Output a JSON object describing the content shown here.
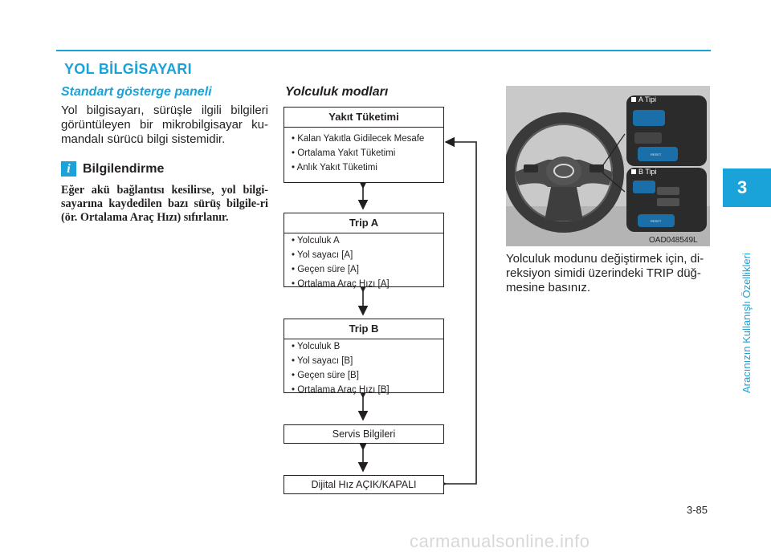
{
  "section_title": "YOL BİLGİSAYARI",
  "left": {
    "subtitle": "Standart gösterge paneli",
    "body": "Yol bilgisayarı, sürüşle ilgili bilgileri görüntüleyen bir mikrobilgisayar ku-mandalı sürücü bilgi sistemidir.",
    "info_icon": "i",
    "info_title": "Bilgilendirme",
    "info_text": "Eğer akü bağlantısı kesilirse, yol bilgi-sayarına kaydedilen bazı sürüş bilgile-ri (ör. Ortalama Araç Hızı) sıfırlanır."
  },
  "modes": {
    "title": "Yolculuk modları",
    "fuel": {
      "title": "Yakıt Tüketimi",
      "items": [
        "• Kalan Yakıtla Gidilecek Mesafe",
        "• Ortalama Yakıt Tüketimi",
        "• Anlık Yakıt Tüketimi"
      ]
    },
    "trip_a": {
      "title": "Trip A",
      "items": [
        "• Yolculuk A",
        "• Yol sayacı [A]",
        "• Geçen süre [A]",
        "• Ortalama Araç Hızı [A]"
      ]
    },
    "trip_b": {
      "title": "Trip B",
      "items": [
        "• Yolculuk B",
        "• Yol sayacı [B]",
        "• Geçen süre [B]",
        "• Ortalama Araç Hızı [B]"
      ]
    },
    "service": "Servis Bilgileri",
    "digital_speed": "Dijital Hız AÇIK/KAPALI"
  },
  "image": {
    "label_a": "A Tipi",
    "label_b": "B Tipi",
    "button_text": "RESET",
    "code": "OAD048549L"
  },
  "caption": "Yolculuk modunu değiştirmek için, di-reksiyon simidi üzerindeki TRIP düğ-mesine basınız.",
  "side_tab": {
    "number": "3",
    "text": "Aracınızın Kullanışlı Özellikleri"
  },
  "page_number": "3-85",
  "watermark": "carmanualsonline.info",
  "colors": {
    "accent": "#1aa3d8",
    "text": "#231f20"
  }
}
